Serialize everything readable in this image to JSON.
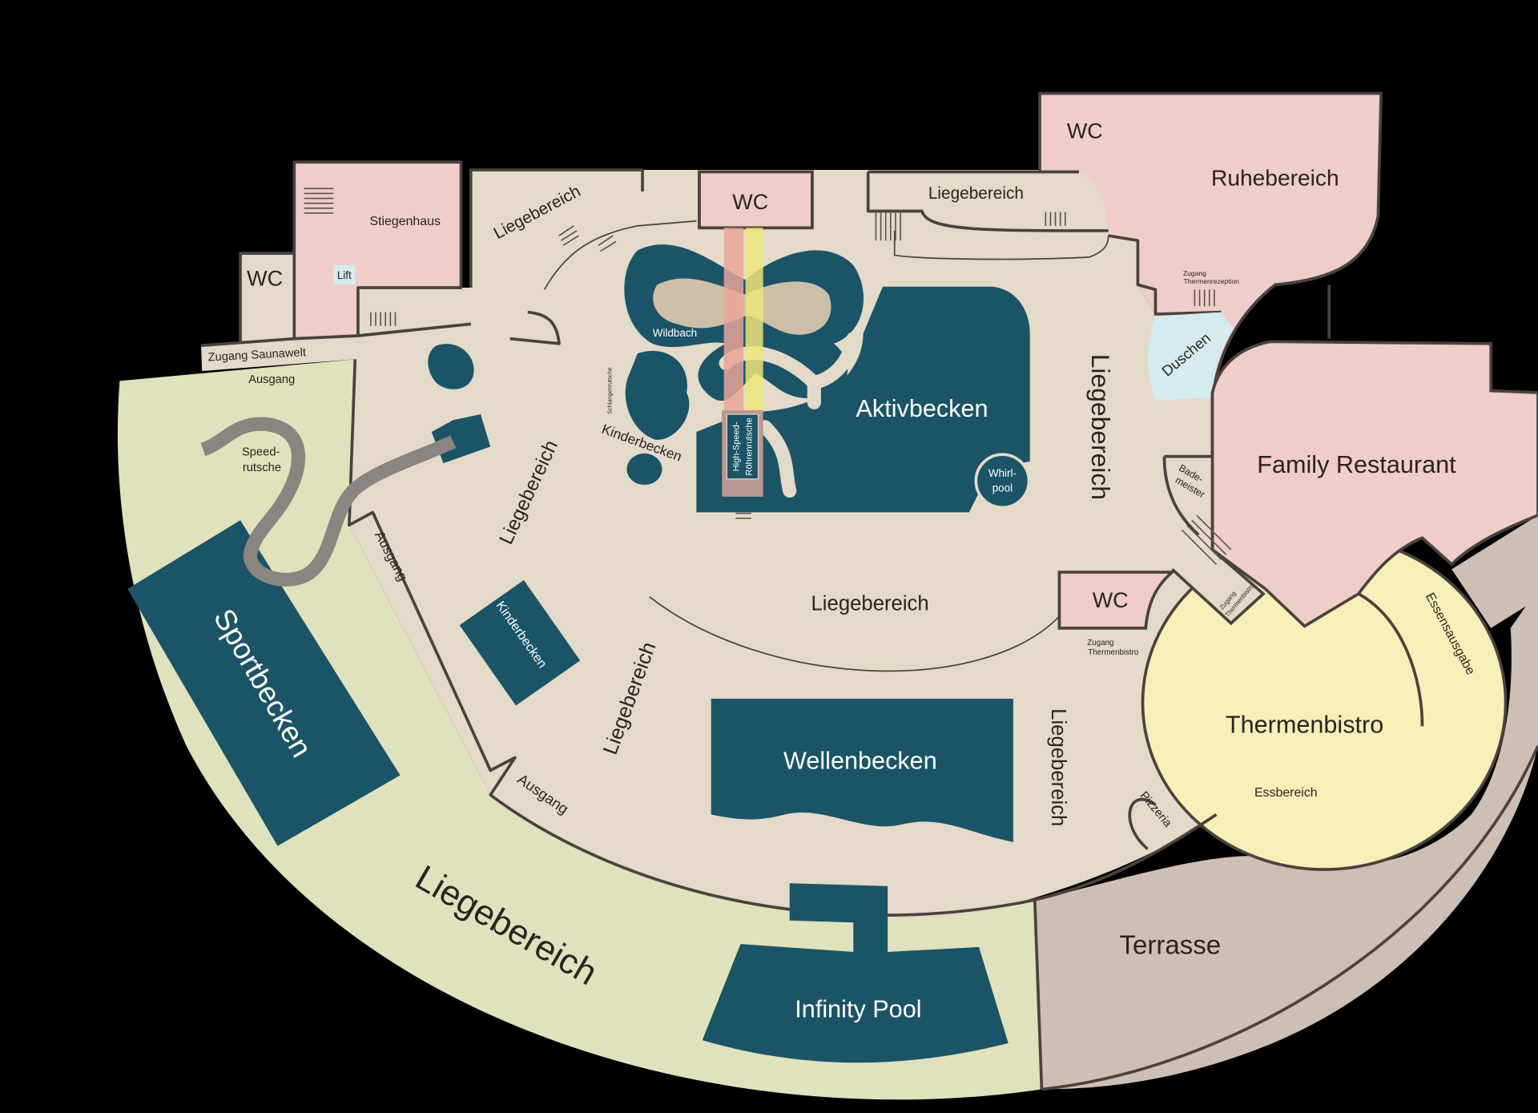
{
  "title": "Therme Lageplan",
  "colors": {
    "water": "#1b5466",
    "floor": "#e3dac9",
    "service_room": "#efcdc8",
    "lawn": "#dfe2bc",
    "bistro": "#f5f0b8",
    "terrace": "#cdbfb3",
    "showers": "#d5ebee",
    "walls": "#4a423d"
  },
  "areas": {
    "wc_left": "WC",
    "stiegenhaus": "Stiegenhaus",
    "lift": "Lift",
    "zugang_saunawelt": "Zugang Saunawelt",
    "ausgang_top": "Ausgang",
    "liegebereich_top_left": "Liegebereich",
    "wc_top": "WC",
    "liegebereich_top": "Liegebereich",
    "wc_ruhe": "WC",
    "ruhebereich": "Ruhebereich",
    "zugang_rezeption_1": "Zugang",
    "zugang_rezeption_2": "Thermenrezeption",
    "duschen": "Duschen",
    "wildbach": "Wildbach",
    "schlangenrutsche": "Schlangenrutsche",
    "kinderbecken_top": "Kinderbecken",
    "hs_1": "High-Speed-",
    "hs_2": "Röhrenrutsche",
    "aktivbecken": "Aktivbecken",
    "whirl_1": "Whirl-",
    "whirl_2": "pool",
    "liegebereich_right": "Liegebereich",
    "bade_1": "Bade-",
    "bade_2": "meister",
    "family_restaurant": "Family Restaurant",
    "speed_1": "Speed-",
    "speed_2": "rutsche",
    "liegebereich_mid_left": "Liegebereich",
    "ausgang_left": "Ausgang",
    "liegebereich_center": "Liegebereich",
    "wc_bistro": "WC",
    "zugang_bistro_1": "Zugang",
    "zugang_bistro_2": "Thermenbistro",
    "zugang_bistro_diag_1": "Zugang",
    "zugang_bistro_diag_2": "Thermenbistro",
    "essensausgabe": "Essensausgabe",
    "kinderbecken_pool": "Kinderbecken",
    "liegebereich_lower_left": "Liegebereich",
    "sportbecken": "Sportbecken",
    "thermenbistro": "Thermenbistro",
    "essbereich": "Essbereich",
    "wellenbecken": "Wellenbecken",
    "liegebereich_lower_right": "Liegebereich",
    "ausgang_bottom": "Ausgang",
    "pizzeria": "Pizzeria",
    "liegebereich_outdoor": "Liegebereich",
    "terrasse": "Terrasse",
    "infinity_pool": "Infinity Pool"
  }
}
